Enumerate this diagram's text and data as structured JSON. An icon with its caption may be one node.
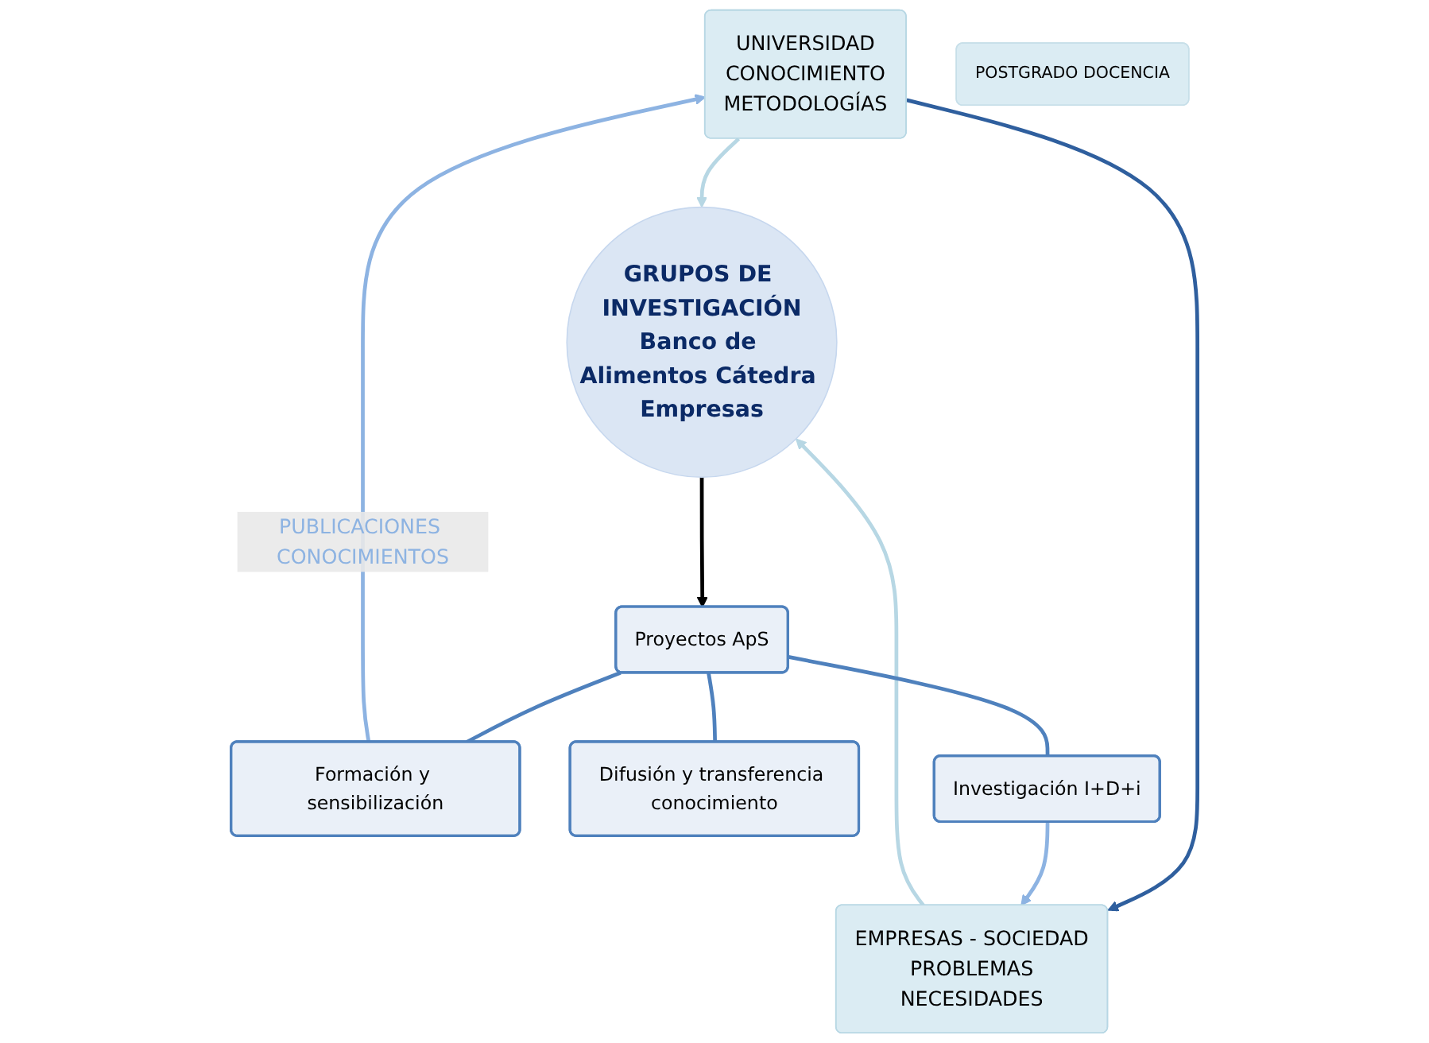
{
  "diagram": {
    "nodes": [
      {
        "text": [
          "UNIVERSIDAD",
          "CONOCIMIENTO",
          "METODOLOGÍAS"
        ]
      },
      {
        "text": [
          "GRUPOS DE INVESTIGACIÓN",
          "Banco de Alimentos Cátedra Empresas"
        ]
      },
      {
        "text": [
          "EMPRESAS - SOCIEDAD",
          "PROBLEMAS",
          "NECESIDADES"
        ]
      },
      {
        "text": [
          "POSTGRADO DOCENCIA"
        ]
      },
      {
        "text": [
          "Proyectos ApS"
        ]
      },
      {
        "text": [
          "Formación y sensibilización"
        ]
      },
      {
        "text": [
          "Difusión y transferencia conocimiento"
        ]
      },
      {
        "text": [
          "Investigación I+D+i"
        ]
      }
    ],
    "edges": [
      {
        "from": 0,
        "to": 1,
        "arrow": "to",
        "color": "#b7d7e4"
      },
      {
        "from": 2,
        "to": 1,
        "arrow": "to",
        "color": "#b7d7e4"
      },
      {
        "from": 0,
        "to": 2,
        "arrow": "to",
        "color": "#2f5f9e"
      },
      {
        "from": 1,
        "to": 4,
        "arrow": "to",
        "color": "#000000"
      },
      {
        "from": 4,
        "to": 5,
        "arrow": "none"
      },
      {
        "from": 4,
        "to": 6,
        "arrow": "none"
      },
      {
        "from": 4,
        "to": 7,
        "arrow": "none"
      },
      {
        "from": 5,
        "to": 0,
        "arrow": "to",
        "label": "PUBLICACIONES CONOCIMIENTOS",
        "color": "#8db3e2"
      },
      {
        "from": 7,
        "to": 2,
        "arrow": "to",
        "color": "#8db3e2"
      }
    ]
  }
}
